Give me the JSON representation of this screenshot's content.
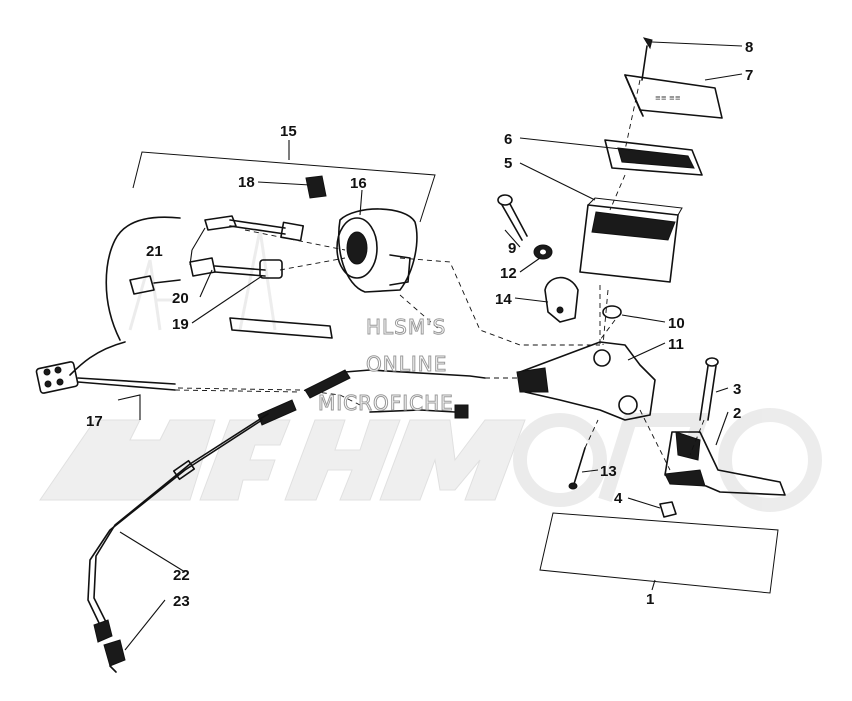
{
  "watermark": {
    "line1": "HLSM'S",
    "line2": "ONLINE",
    "line3": "MICROFICHE"
  },
  "callouts": [
    "1",
    "2",
    "3",
    "4",
    "5",
    "6",
    "7",
    "8",
    "9",
    "10",
    "11",
    "12",
    "13",
    "14",
    "15",
    "16",
    "17",
    "18",
    "19",
    "20",
    "21",
    "22",
    "23"
  ],
  "colors": {
    "ink": "#111111",
    "watermark_fill": "#e6e6e6",
    "background": "#ffffff"
  }
}
